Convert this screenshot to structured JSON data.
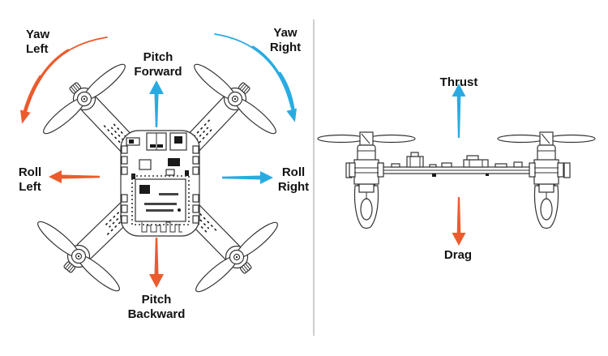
{
  "diagram": {
    "left_panel": {
      "labels": {
        "yaw_left": "Yaw\nLeft",
        "yaw_right": "Yaw\nRight",
        "pitch_forward": "Pitch\nForward",
        "roll_left": "Roll\nLeft",
        "roll_right": "Roll\nRight",
        "pitch_backward": "Pitch\nBackward"
      }
    },
    "right_panel": {
      "labels": {
        "thrust": "Thrust",
        "drag": "Drag"
      }
    },
    "arrows": [
      {
        "name": "yaw-left-arrow",
        "shape": "curved-arrow-down-left",
        "color": "#EB5B2D"
      },
      {
        "name": "yaw-right-arrow",
        "shape": "curved-arrow-down-right",
        "color": "#29ABE2"
      },
      {
        "name": "pitch-forward-arrow",
        "shape": "arrow-up",
        "color": "#29ABE2"
      },
      {
        "name": "pitch-backward-arrow",
        "shape": "arrow-down",
        "color": "#EB5B2D"
      },
      {
        "name": "roll-left-arrow",
        "shape": "arrow-left",
        "color": "#EB5B2D"
      },
      {
        "name": "roll-right-arrow",
        "shape": "arrow-right",
        "color": "#29ABE2"
      },
      {
        "name": "thrust-arrow",
        "shape": "arrow-up",
        "color": "#29ABE2"
      },
      {
        "name": "drag-arrow",
        "shape": "arrow-down",
        "color": "#EB5B2D"
      }
    ],
    "colors": {
      "orange": "#EB5B2D",
      "blue": "#29ABE2",
      "outline": "#333333",
      "divider": "#ACACAC",
      "text": "#121212"
    }
  }
}
